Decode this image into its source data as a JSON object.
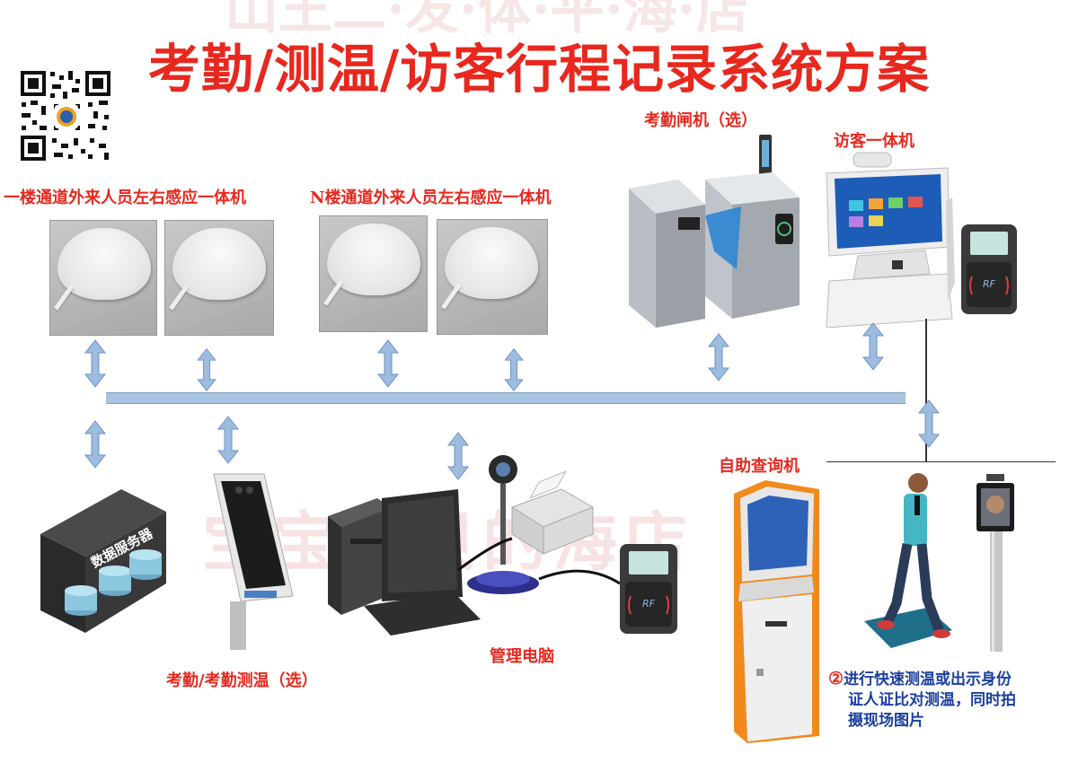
{
  "title": "考勤/测温/访客行程记录系统方案",
  "labels": {
    "floor1": "一楼通道外来人员左右感应一体机",
    "floorN": "N楼通道外来人员左右感应一体机",
    "gate": "考勤闸机（选）",
    "visitor_machine": "访客一体机",
    "kiosk": "自助查询机",
    "attendance": "考勤/考勤测温（选）",
    "pc": "管理电脑",
    "server_text": "数据服务器"
  },
  "note": {
    "number": "②",
    "line1": "进行快速测温或出示身份",
    "line2": "证人证比对测温，同时拍",
    "line3": "摄现场图片"
  },
  "colors": {
    "title": "#e8281e",
    "bus": "#a9c4e0",
    "arrow": "#7ea6d6",
    "note": "#1a3f9e"
  }
}
